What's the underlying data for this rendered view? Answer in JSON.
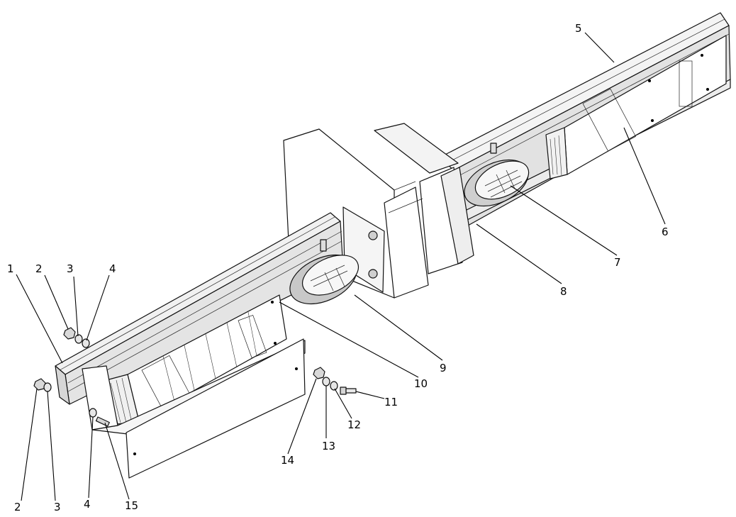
{
  "diagram": {
    "callouts": [
      {
        "id": "c1a",
        "label": "1"
      },
      {
        "id": "c2a",
        "label": "2"
      },
      {
        "id": "c3a",
        "label": "3"
      },
      {
        "id": "c4a",
        "label": "4"
      },
      {
        "id": "c5",
        "label": "5"
      },
      {
        "id": "c6",
        "label": "6"
      },
      {
        "id": "c7",
        "label": "7"
      },
      {
        "id": "c8",
        "label": "8"
      },
      {
        "id": "c9",
        "label": "9"
      },
      {
        "id": "c10",
        "label": "10"
      },
      {
        "id": "c11",
        "label": "11"
      },
      {
        "id": "c12",
        "label": "12"
      },
      {
        "id": "c13",
        "label": "13"
      },
      {
        "id": "c14",
        "label": "14"
      },
      {
        "id": "c2b",
        "label": "2"
      },
      {
        "id": "c3b",
        "label": "3"
      },
      {
        "id": "c4b",
        "label": "4"
      },
      {
        "id": "c15",
        "label": "15"
      }
    ]
  }
}
